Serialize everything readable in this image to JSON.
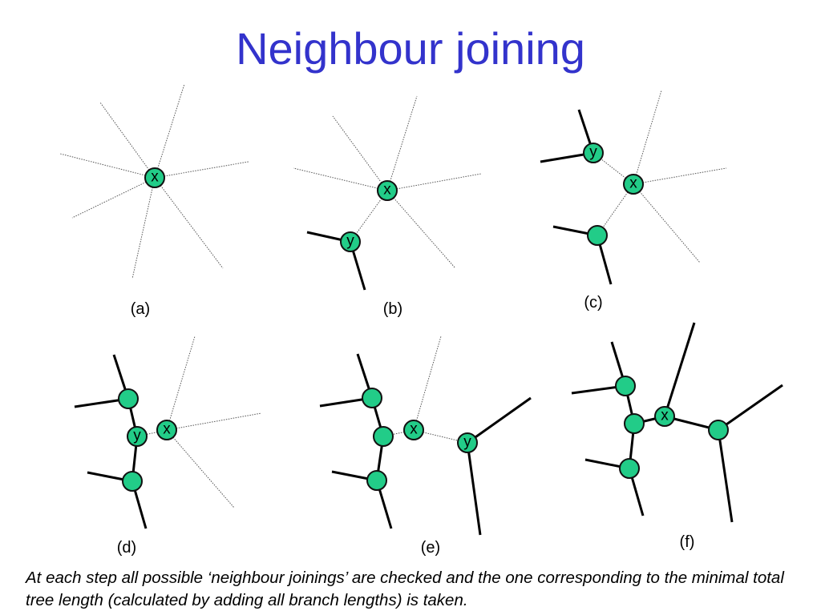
{
  "slide": {
    "title": "Neighbour joining",
    "caption": "At each step all possible ‘neighbour joinings’ are checked and the one corresponding to the minimal total tree length (calculated by adding all branch lengths) is taken."
  },
  "colors": {
    "title": "#3333cc",
    "node_fill": "#22cc88",
    "node_stroke": "#111111"
  },
  "panels": [
    {
      "label": "(a)",
      "node_labels": [
        "x"
      ]
    },
    {
      "label": "(b)",
      "node_labels": [
        "x",
        "y"
      ]
    },
    {
      "label": "(c)",
      "node_labels": [
        "y",
        "x"
      ]
    },
    {
      "label": "(d)",
      "node_labels": [
        "y",
        "x"
      ]
    },
    {
      "label": "(e)",
      "node_labels": [
        "x",
        "y"
      ]
    },
    {
      "label": "(f)",
      "node_labels": [
        "x"
      ]
    }
  ]
}
